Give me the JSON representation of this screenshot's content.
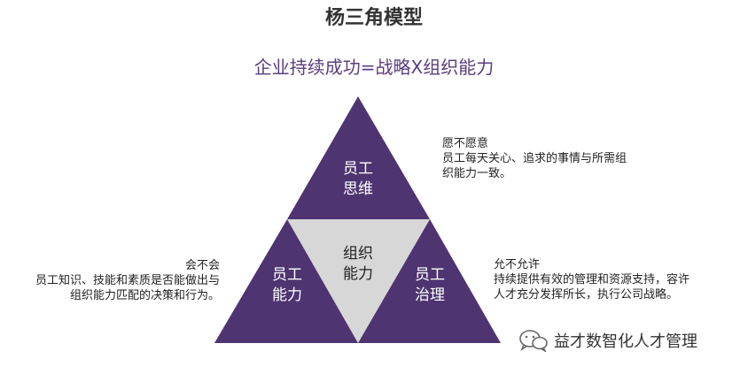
{
  "title": "杨三角模型",
  "subtitle": "企业持续成功=战略X组织能力",
  "triangles": {
    "top": {
      "line1": "员工",
      "line2": "思维"
    },
    "center": {
      "line1": "组织",
      "line2": "能力"
    },
    "bottom_left": {
      "line1": "员工",
      "line2": "能力"
    },
    "bottom_right": {
      "line1": "员工",
      "line2": "治理"
    }
  },
  "notes": {
    "thinking": {
      "line1": "愿不愿意",
      "line2": "员工每天关心、追求的事情与所需组",
      "line3": "织能力一致。"
    },
    "governance": {
      "line1": "允不允许",
      "line2": "持续提供有效的管理和资源支持，容许",
      "line3": "人才充分发挥所长，执行公司战略。"
    },
    "capability": {
      "line1": "会不会",
      "line2": "员工知识、技能和素质是否能做出与",
      "line3": "组织能力匹配的决策和行为。"
    }
  },
  "watermark": {
    "icon": "wechat-icon",
    "text": "益才数智化人才管理"
  },
  "colors": {
    "purple": "#4e3470",
    "gray": "#d7d7d7",
    "subtitle": "#5a3e7c"
  }
}
